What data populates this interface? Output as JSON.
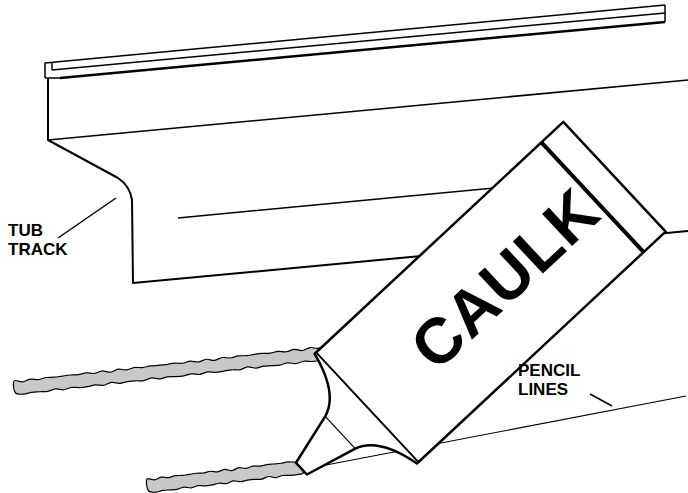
{
  "diagram": {
    "labels": [
      "TUB TRACK",
      "CAULK",
      "PENCIL LINES"
    ]
  }
}
